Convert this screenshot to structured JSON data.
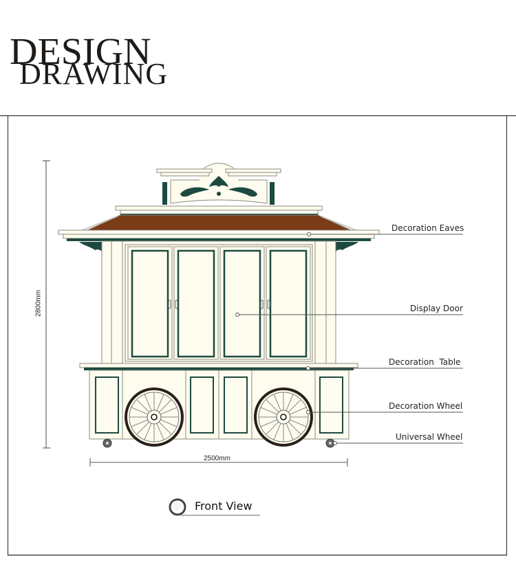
{
  "header": {
    "title_line1": "DESIGN",
    "title_line2": "DRAWING"
  },
  "dimensions": {
    "height": "2800mm",
    "width": "2500mm"
  },
  "callouts": [
    {
      "label": "Decoration Eaves"
    },
    {
      "label": "Display Door"
    },
    {
      "label": "Decoration  Table"
    },
    {
      "label": "Decoration Wheel"
    },
    {
      "label": "Universal Wheel"
    }
  ],
  "caption": {
    "view": "Front View"
  },
  "colors": {
    "cream": "#fdfcee",
    "dark_green": "#1d4a40",
    "roof_brown": "#7a3b17",
    "outline_gray": "#8a8a80",
    "wheel_dark": "#2a1f1c"
  }
}
